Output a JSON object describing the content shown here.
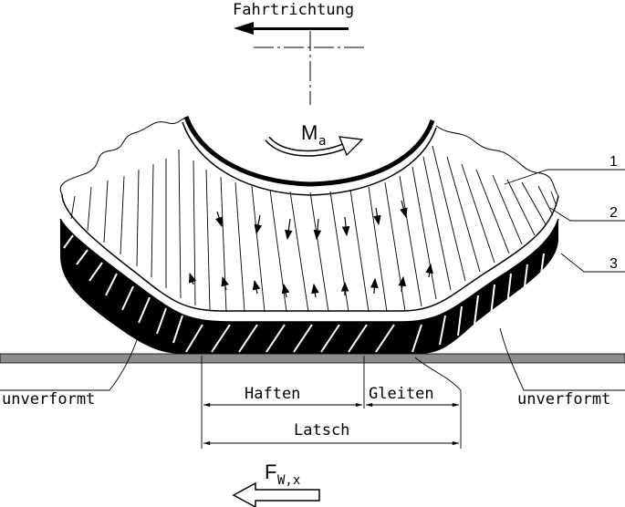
{
  "labels": {
    "direction": "Fahrtrichtung",
    "moment_symbol": "M",
    "moment_subscript": "a",
    "part_1": "1",
    "part_2": "2",
    "part_3": "3",
    "undeformed_left": "unverformt",
    "undeformed_right": "unverformt",
    "adhesion_zone": "Haften",
    "sliding_zone": "Gleiten",
    "contact_patch": "Latsch",
    "force_symbol": "F",
    "force_subscript": "W,x"
  },
  "colors": {
    "ink": "#000000",
    "road": "#8c8c8c",
    "background": "#ffffff"
  }
}
